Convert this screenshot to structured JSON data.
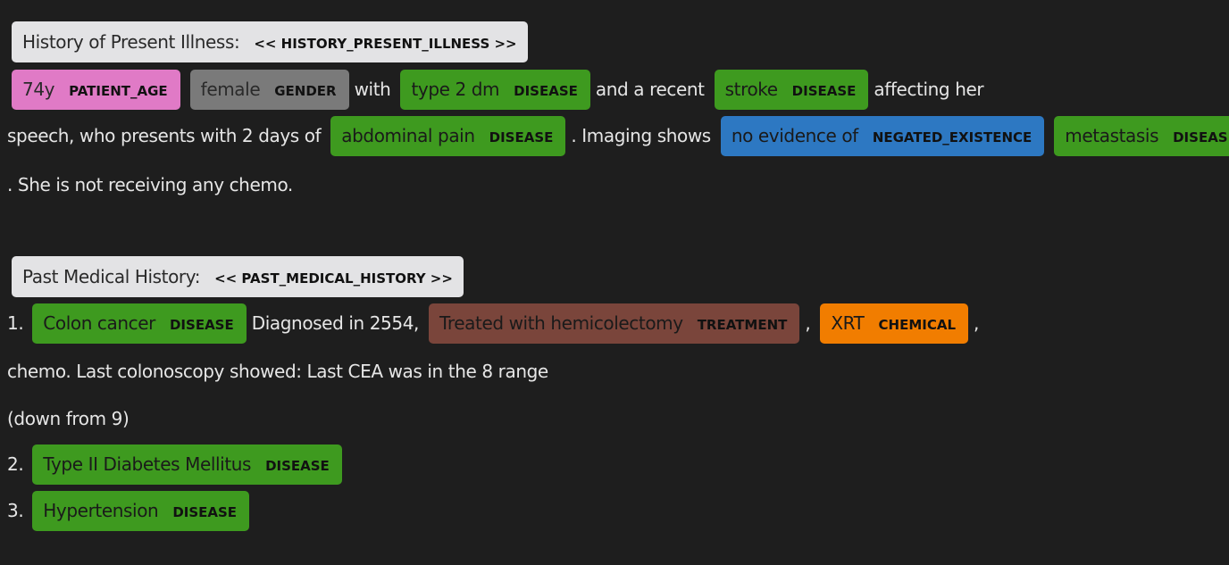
{
  "sections": {
    "hpi": {
      "header_value": "History of Present Illness:",
      "header_label": "<< HISTORY_PRESENT_ILLNESS >>"
    },
    "pmh": {
      "header_value": "Past Medical History:",
      "header_label": "<< PAST_MEDICAL_HISTORY >>"
    }
  },
  "entities": {
    "age": {
      "text": "74y",
      "label": "PATIENT_AGE"
    },
    "gender": {
      "text": "female",
      "label": "GENDER"
    },
    "dm": {
      "text": "type 2 dm",
      "label": "DISEASE"
    },
    "stroke": {
      "text": "stroke",
      "label": "DISEASE"
    },
    "abdominal_pain": {
      "text": "abdominal pain",
      "label": "DISEASE"
    },
    "no_evidence": {
      "text": "no evidence of",
      "label": "NEGATED_EXISTENCE"
    },
    "metastasis": {
      "text": "metastasis",
      "label": "DISEASE"
    },
    "colon_cancer": {
      "text": "Colon cancer",
      "label": "DISEASE"
    },
    "hemicolectomy": {
      "text": "Treated with hemicolectomy",
      "label": "TREATMENT"
    },
    "xrt": {
      "text": "XRT",
      "label": "CHEMICAL"
    },
    "diabetes": {
      "text": "Type II Diabetes Mellitus",
      "label": "DISEASE"
    },
    "hypertension": {
      "text": "Hypertension",
      "label": "DISEASE"
    }
  },
  "text": {
    "with": "with",
    "and_recent": "and a recent",
    "affecting": "affecting her",
    "speech": "speech, who presents with 2 days of",
    "imaging": ". Imaging shows",
    "not_receiving": ". She is not receiving any chemo.",
    "num1": "1.",
    "diagnosed": "Diagnosed in 2554,",
    "comma1": ",",
    "comma2": ",",
    "chemo_line": "chemo. Last colonoscopy showed: Last CEA was in the 8 range",
    "down_from": "(down from 9)",
    "num2": "2.",
    "num3": "3."
  },
  "colors": {
    "header": "#e3e3e5",
    "patient_age": "#e07ac6",
    "gender": "#7a7a7a",
    "disease": "#3e9a1f",
    "negated_existence": "#2d78c2",
    "treatment": "#7a453b",
    "chemical": "#f17d00"
  }
}
